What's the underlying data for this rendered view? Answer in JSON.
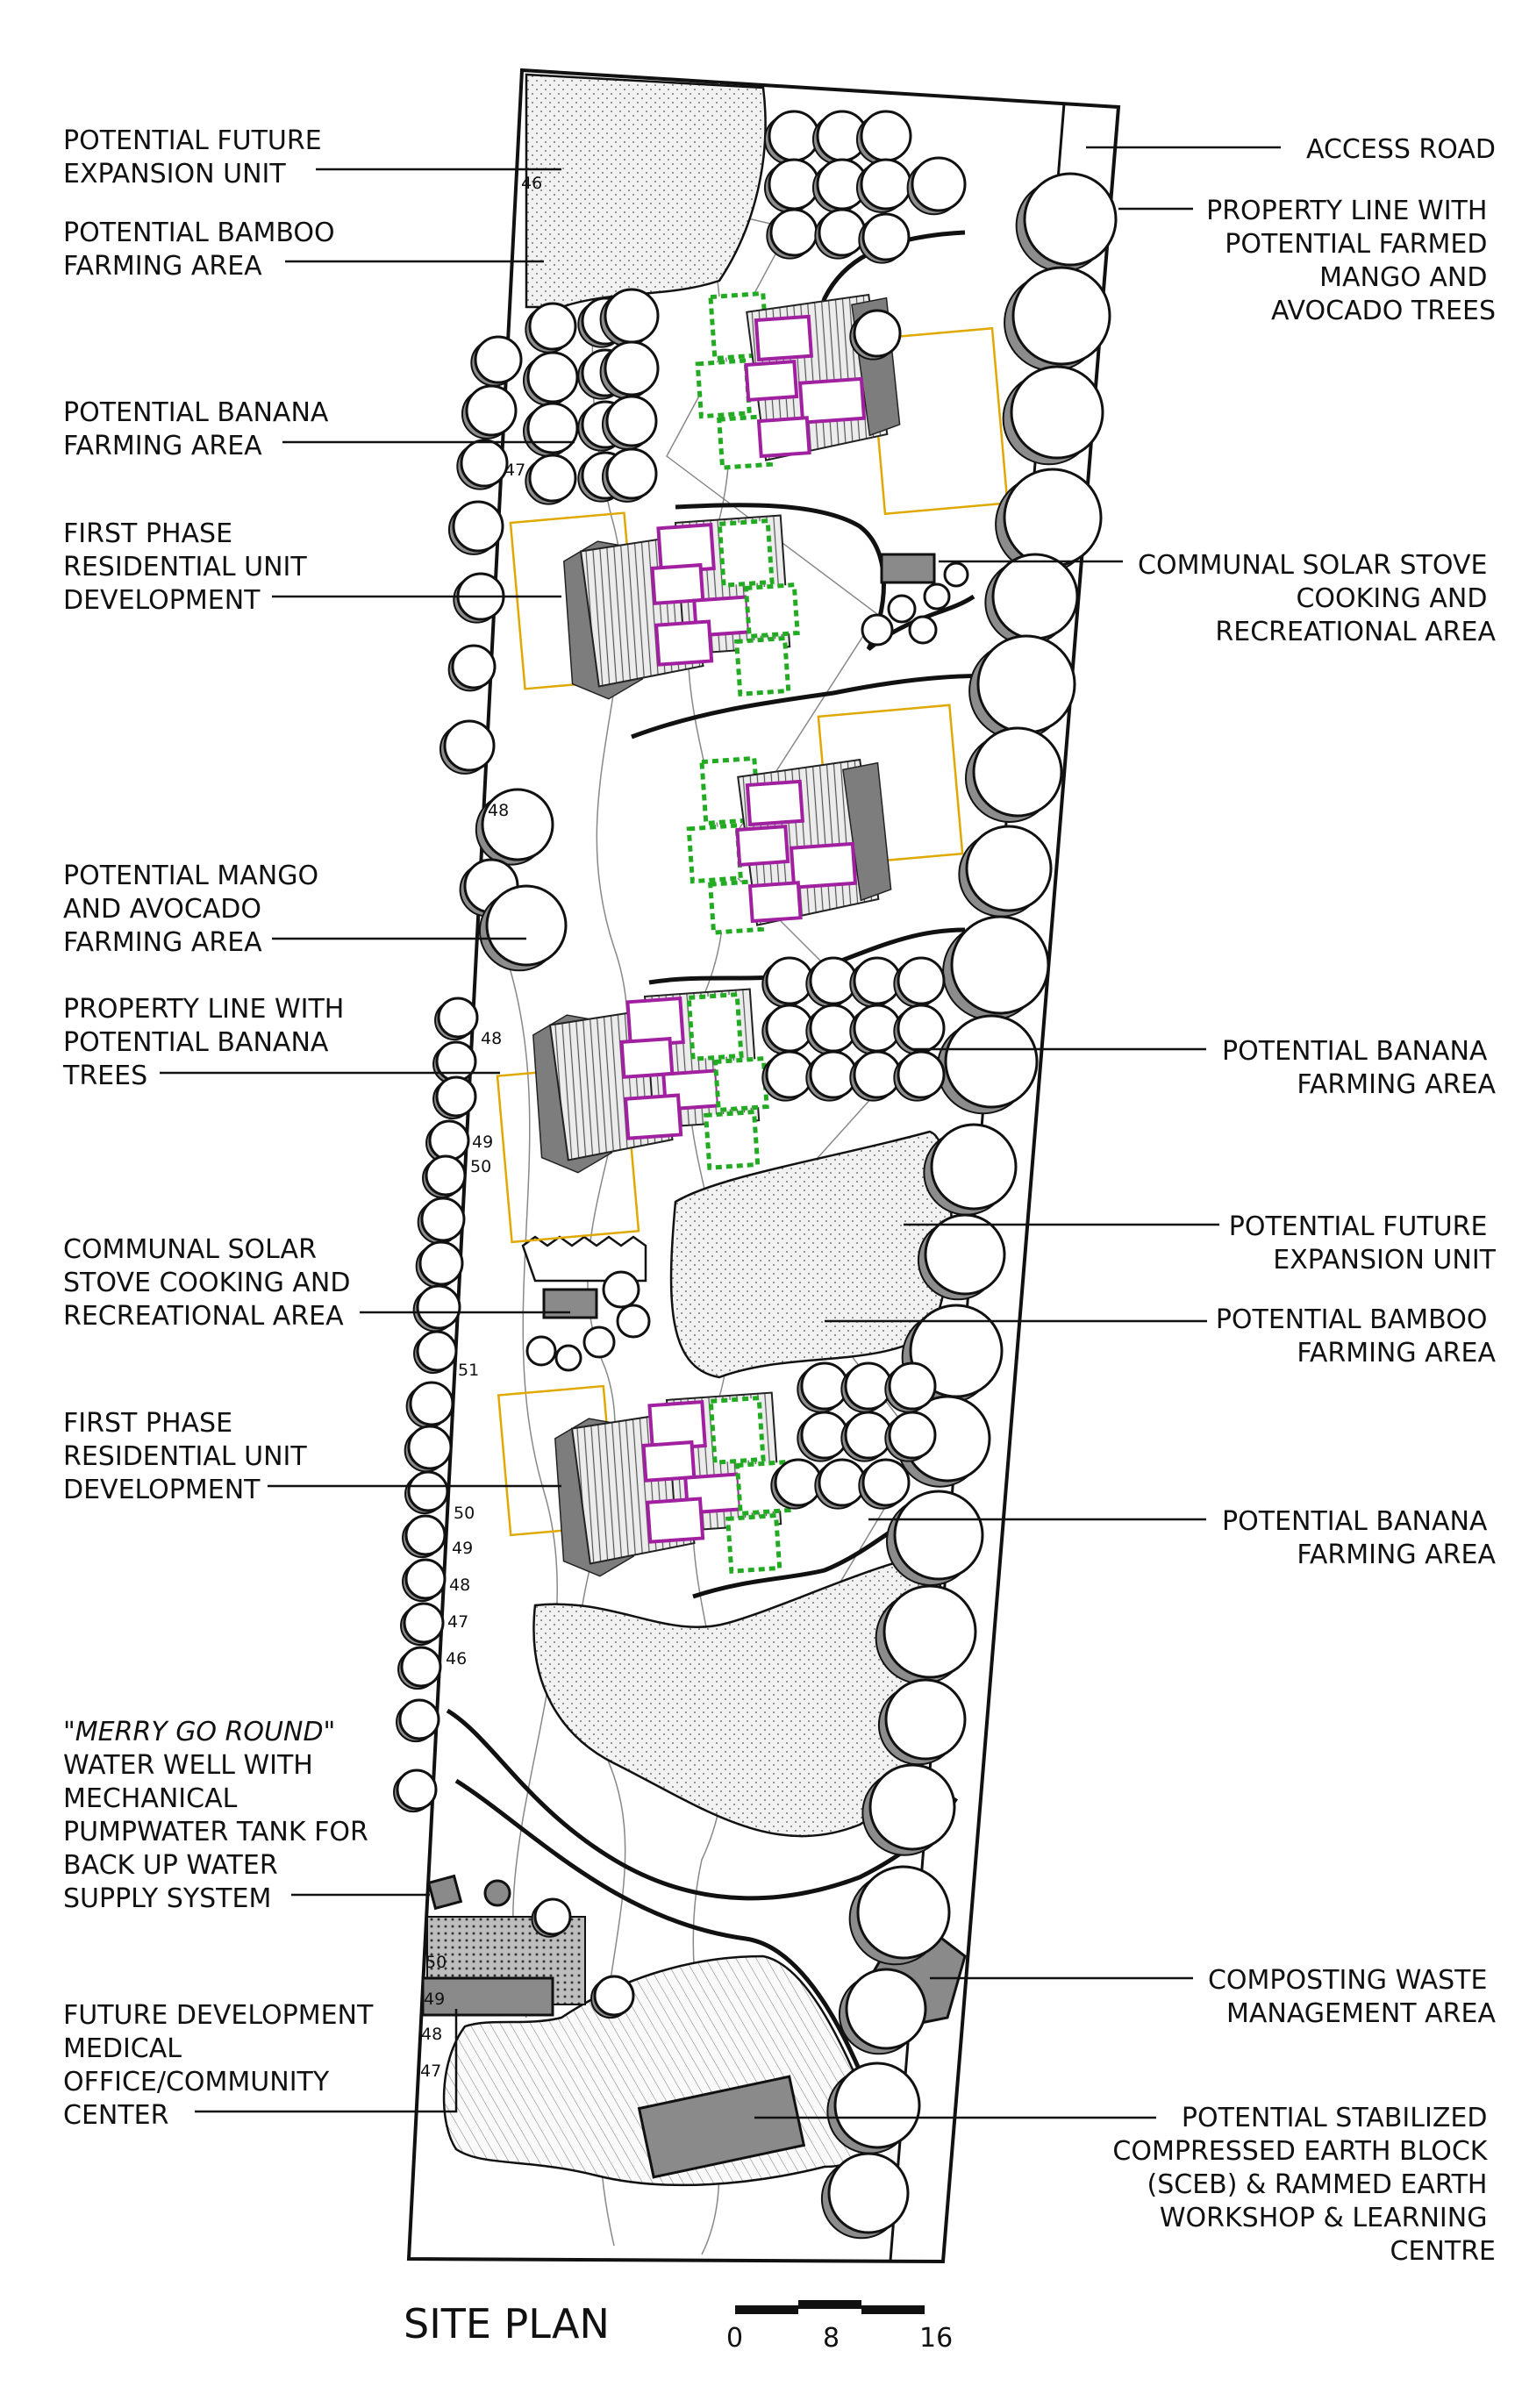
{
  "title": "SITE PLAN",
  "scale_bar": {
    "ticks": [
      "0",
      "8",
      "16"
    ]
  },
  "labels": {
    "left": [
      {
        "id": "future-expansion-1",
        "lines": [
          "POTENTIAL FUTURE",
          "EXPANSION UNIT"
        ]
      },
      {
        "id": "bamboo-1",
        "lines": [
          "POTENTIAL BAMBOO",
          "FARMING AREA"
        ]
      },
      {
        "id": "banana-1",
        "lines": [
          "POTENTIAL BANANA",
          "FARMING AREA"
        ]
      },
      {
        "id": "residential-1",
        "lines": [
          "FIRST PHASE",
          "RESIDENTIAL UNIT",
          "DEVELOPMENT"
        ]
      },
      {
        "id": "mango-avocado",
        "lines": [
          "POTENTIAL MANGO",
          "AND AVOCADO",
          "FARMING AREA"
        ]
      },
      {
        "id": "property-banana",
        "lines": [
          "PROPERTY LINE WITH",
          "POTENTIAL BANANA",
          "TREES"
        ]
      },
      {
        "id": "solar-stove-2",
        "lines": [
          "COMMUNAL SOLAR",
          "STOVE COOKING AND",
          "RECREATIONAL AREA"
        ]
      },
      {
        "id": "residential-2",
        "lines": [
          "FIRST PHASE",
          "RESIDENTIAL UNIT",
          "DEVELOPMENT"
        ]
      },
      {
        "id": "water-well",
        "lines": [
          "\"MERRY GO ROUND\"",
          "WATER WELL WITH",
          "MECHANICAL",
          "PUMPWATER TANK FOR",
          "BACK UP  WATER",
          "SUPPLY SYSTEM"
        ]
      },
      {
        "id": "medical-center",
        "lines": [
          "FUTURE DEVELOPMENT",
          "MEDICAL",
          "OFFICE/COMMUNITY",
          "CENTER"
        ]
      }
    ],
    "right": [
      {
        "id": "access-road",
        "lines": [
          "ACCESS ROAD"
        ]
      },
      {
        "id": "property-mango",
        "lines": [
          "PROPERTY LINE WITH",
          "POTENTIAL FARMED",
          "MANGO AND",
          "AVOCADO TREES"
        ]
      },
      {
        "id": "solar-stove-1",
        "lines": [
          "COMMUNAL SOLAR STOVE",
          "COOKING AND",
          "RECREATIONAL AREA"
        ]
      },
      {
        "id": "banana-2",
        "lines": [
          "POTENTIAL BANANA",
          "FARMING AREA"
        ]
      },
      {
        "id": "future-expansion-2",
        "lines": [
          "POTENTIAL FUTURE",
          "EXPANSION UNIT"
        ]
      },
      {
        "id": "bamboo-2",
        "lines": [
          "POTENTIAL BAMBOO",
          "FARMING AREA"
        ]
      },
      {
        "id": "banana-3",
        "lines": [
          "POTENTIAL BANANA",
          "FARMING AREA"
        ]
      },
      {
        "id": "composting",
        "lines": [
          "COMPOSTING WASTE",
          "MANAGEMENT  AREA"
        ]
      },
      {
        "id": "sceb",
        "lines": [
          "POTENTIAL STABILIZED",
          "COMPRESSED EARTH BLOCK",
          "(SCEB) & RAMMED EARTH",
          "WORKSHOP & LEARNING",
          "CENTRE"
        ]
      }
    ]
  },
  "contour_labels": [
    "46",
    "47",
    "48",
    "48",
    "49",
    "50",
    "51",
    "50",
    "49",
    "48",
    "47",
    "46",
    "50",
    "49",
    "48",
    "47"
  ]
}
